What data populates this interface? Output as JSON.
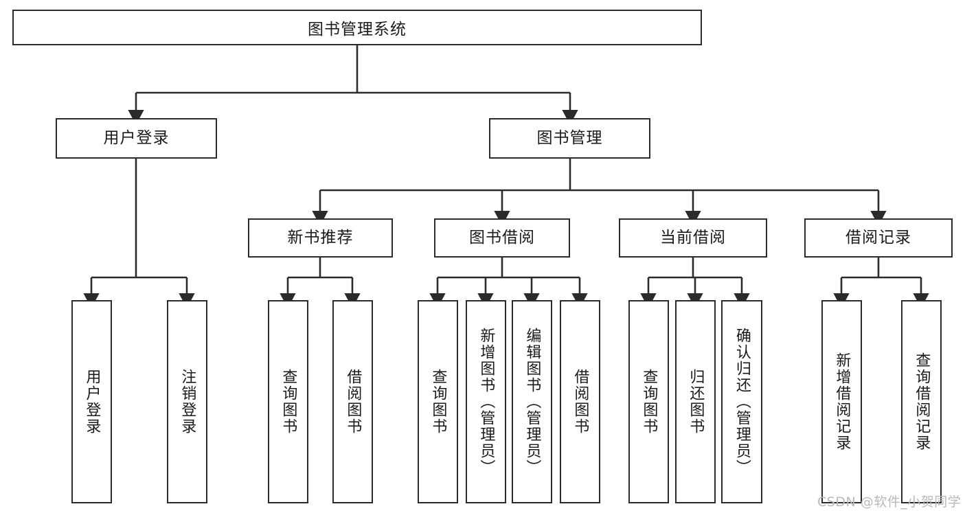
{
  "diagram": {
    "type": "tree-hierarchy",
    "title": "图书管理系统",
    "root": {
      "label": "图书管理系统"
    },
    "level2": [
      {
        "id": "user-login",
        "label": "用户登录"
      },
      {
        "id": "book-manage",
        "label": "图书管理"
      }
    ],
    "level3": [
      {
        "id": "new-book-recommend",
        "label": "新书推荐"
      },
      {
        "id": "book-borrow",
        "label": "图书借阅"
      },
      {
        "id": "current-borrow",
        "label": "当前借阅"
      },
      {
        "id": "borrow-record",
        "label": "借阅记录"
      }
    ],
    "leaves": [
      {
        "id": "leaf-user-login",
        "parent": "user-login",
        "label": "用户登录"
      },
      {
        "id": "leaf-logout-login",
        "parent": "user-login",
        "label": "注销登录"
      },
      {
        "id": "leaf-query-book-1",
        "parent": "new-book-recommend",
        "label": "查询图书"
      },
      {
        "id": "leaf-borrow-book-1",
        "parent": "new-book-recommend",
        "label": "借阅图书"
      },
      {
        "id": "leaf-query-book-2",
        "parent": "book-borrow",
        "label": "查询图书"
      },
      {
        "id": "leaf-add-book",
        "parent": "book-borrow",
        "label": "新增图书（管理员）"
      },
      {
        "id": "leaf-edit-book",
        "parent": "book-borrow",
        "label": "编辑图书（管理员）"
      },
      {
        "id": "leaf-borrow-book-2",
        "parent": "book-borrow",
        "label": "借阅图书"
      },
      {
        "id": "leaf-query-book-3",
        "parent": "current-borrow",
        "label": "查询图书"
      },
      {
        "id": "leaf-return-book",
        "parent": "current-borrow",
        "label": "归还图书"
      },
      {
        "id": "leaf-confirm-return",
        "parent": "current-borrow",
        "label": "确认归还（管理员）"
      },
      {
        "id": "leaf-add-record",
        "parent": "borrow-record",
        "label": "新增借阅记录"
      },
      {
        "id": "leaf-query-record",
        "parent": "borrow-record",
        "label": "查询借阅记录"
      }
    ],
    "colors": {
      "stroke": "#2b2b2b",
      "fill": "#ffffff",
      "text": "#1a1a1a",
      "watermark": "#b9b9b9"
    }
  },
  "watermark": {
    "text": "CSDN @软件_小贺同学"
  }
}
